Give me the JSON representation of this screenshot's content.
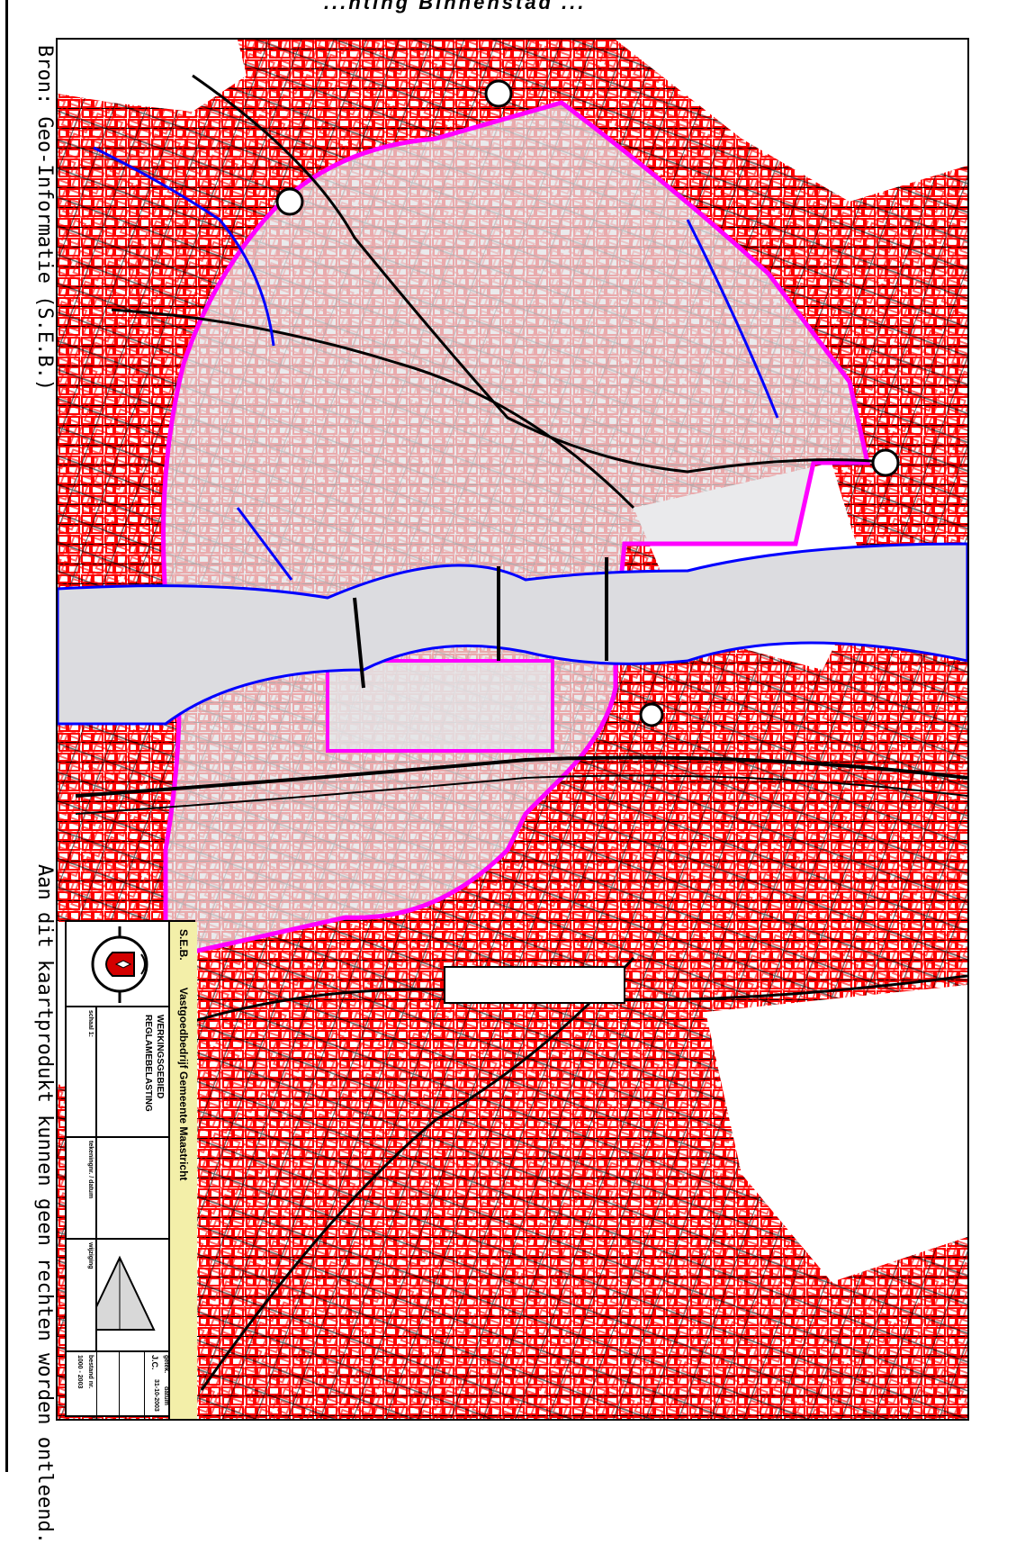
{
  "page": {
    "top_title_fragment": "...hting Binnenstad ...",
    "source_note": "Bron: Geo-Informatie (S.E.B.)",
    "disclaimer": "Aan dit kaartprodukt kunnen geen rechten worden ontleend."
  },
  "title_block": {
    "org_short": "S.E.B.",
    "org_name": "Vastgoedbedrijf Gemeente Maastricht",
    "map_title_line1": "WERKINGSGEBIED",
    "map_title_line2": "REGLAMEBELASTING",
    "field_schaal": "schaal 1:",
    "field_tekeningnummer": "tekeningnr. / datum",
    "field_wijziging": "wijziging",
    "field_getekend": "getek.",
    "field_getekend_value": "J.C.",
    "field_datum": "datum",
    "field_datum_value": "31-10-2003",
    "field_bestand": "bestand nr.",
    "field_bestand_value": "1000 - 2003"
  },
  "map_colors": {
    "background": "#ffffff",
    "buildings": "#ff0000",
    "streets": "#000000",
    "zone_fill": "#e3e3e6",
    "zone_border": "#ff00ff",
    "water_lines": "#0000ff",
    "title_band": "#f3efa9"
  }
}
